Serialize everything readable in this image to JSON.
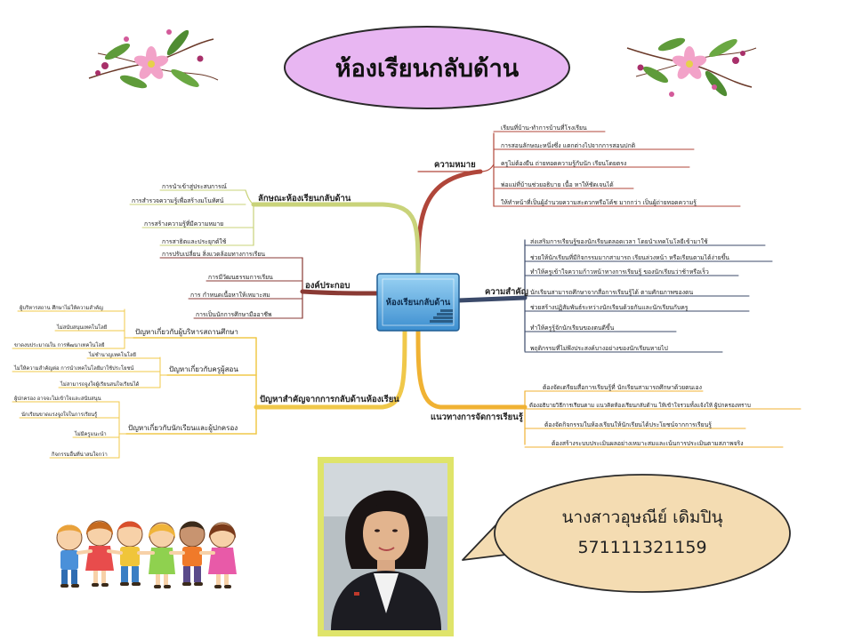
{
  "title": "ห้องเรียนกลับด้าน",
  "center": {
    "label": "ห้องเรียนกลับด้าน"
  },
  "branches": {
    "meaning": {
      "label": "ความหมาย",
      "items": [
        "เรียนที่บ้าน-ทำการบ้านที่โรงเรียน",
        "การสอนลักษณะหนึ่งซึ่ง แตกต่างไปจากการสอนปกติ",
        "ครูไม่ต้องยืน ถ่ายทอดความรู้กับนัก เรียนโดยตรง",
        "พ่อแม่ที่บ้านช่วยอธิบาย เนื้อ หาให้ชัดเจนได้",
        "ให้ทำหน้าที่เป็นผู้อำนวยความสะดวกหรือโค้ช มากกว่า เป็นผู้ถ่ายทอดความรู้"
      ]
    },
    "importance": {
      "label": "ความสำคัญ",
      "items": [
        "ส่งเสริมการเรียนรู้ของนักเรียนตลอดเวลา โดยนำเทคโนโลยีเข้ามาใช้",
        "ช่วยให้นักเรียนที่มีกิจกรรมมากสามารถ เรียนล่วงหน้า หรือเรียนตามได้ง่ายขึ้น",
        "ทำให้ครูเข้าใจความก้าวหน้าทางการเรียนรู้ ของนักเรียนว่าช้าหรือเร็ว",
        "นักเรียนสามารถศึกษาจากสื่อการเรียนรู้ได้ ตามศักยภาพของตน",
        "ช่วยสร้างปฏิสัมพันธ์ระหว่างนักเรียนด้วยกันและนักเรียนกับครู",
        "ทำให้ครูรู้จักนักเรียนของตนดีขึ้น",
        "พฤติกรรมที่ไม่พึงประสงค์บางอย่างของนักเรียนหายไป"
      ]
    },
    "guidelines": {
      "label": "แนวทางการจัดการเรียนรู้",
      "items": [
        "ต้องจัดเตรียมสื่อการเรียนรู้ที่ นักเรียนสามารถศึกษาด้วยตนเอง",
        "ต้องอธิบายวิธีการเรียนตาม แนวคิดห้องเรียนกลับด้าน ให้เข้าใจรวมทั้งแจ้งให้ ผู้ปกครองทราบ",
        "ต้องจัดกิจกรรมในห้องเรียนให้นักเรียนได้ประโยชน์จากการเรียนรู้",
        "ต้องสร้างระบบประเมินผลอย่างเหมาะสมและเน้นการประเมินตามสภาพจริง"
      ]
    },
    "characteristics": {
      "label": "ลักษณะห้องเรียนกลับด้าน",
      "items": [
        "การนำเข้าสู่ประสบการณ์",
        "การสำรวจความรู้เพื่อสร้างมโนทัศน์",
        "การสร้างความรู้ที่มีความหมาย",
        "การสาธิตและประยุกต์ใช้"
      ]
    },
    "components": {
      "label": "องค์ประกอบ",
      "items": [
        "การปรับเปลี่ยน สิ่งแวดล้อมทางการเรียน",
        "การมีวัฒนธรรมการเรียน",
        "การ กำหนดเนื้อหาให้เหมาะสม",
        "การเป็นนักการศึกษามืออาชีพ"
      ]
    },
    "problems": {
      "label": "ปัญหาสำคัญจากการกลับด้านห้องเรียน",
      "groups": [
        {
          "label": "ปัญหาเกี่ยวกับผู้บริหารสถานศึกษา",
          "items": [
            "ผู้บริหารสถาน ศึกษาไม่ให้ความสำคัญ",
            "ไม่สนับสนุนเทคโนโลยี",
            "ขาดงบประมาณใน การพัฒนาเทคโนโลยี"
          ]
        },
        {
          "label": "ปัญหาเกี่ยวกับครูผู้สอน",
          "items": [
            "ไม่ชำนาญเทคโนโลยี",
            "ไม่ให้ความสำคัญต่อ การนำเทคโนโลยีมาใช้ประโยชน์",
            "ไม่สามารถจูงใจผู้เรียนสนใจเรียนได้"
          ]
        },
        {
          "label": "ปัญหาเกี่ยวกับนักเรียนและผู้ปกครอง",
          "items": [
            "ผู้ปกครอง อาจจะไม่เข้าใจและสนับสนุน",
            "นักเรียนขาดแรงจูงใจในการเรียนรู้",
            "ไม่มีครูแนะนำ",
            "กิจกรรมอื่นที่น่าสนใจกว่า"
          ]
        }
      ]
    }
  },
  "student": {
    "name": "นางสาวอุษณีย์  เดิมปินุ",
    "id": "571111321159"
  },
  "colors": {
    "title_bubble": "#e8b6f2",
    "meaning": "#b0463a",
    "importance": "#3b4a6a",
    "guidelines": "#f0b233",
    "characteristics": "#c9d37a",
    "components": "#8a3a34",
    "problems": "#f0c84a",
    "speech_bubble": "#f4dcb2",
    "photo_frame": "#dfe46a"
  }
}
